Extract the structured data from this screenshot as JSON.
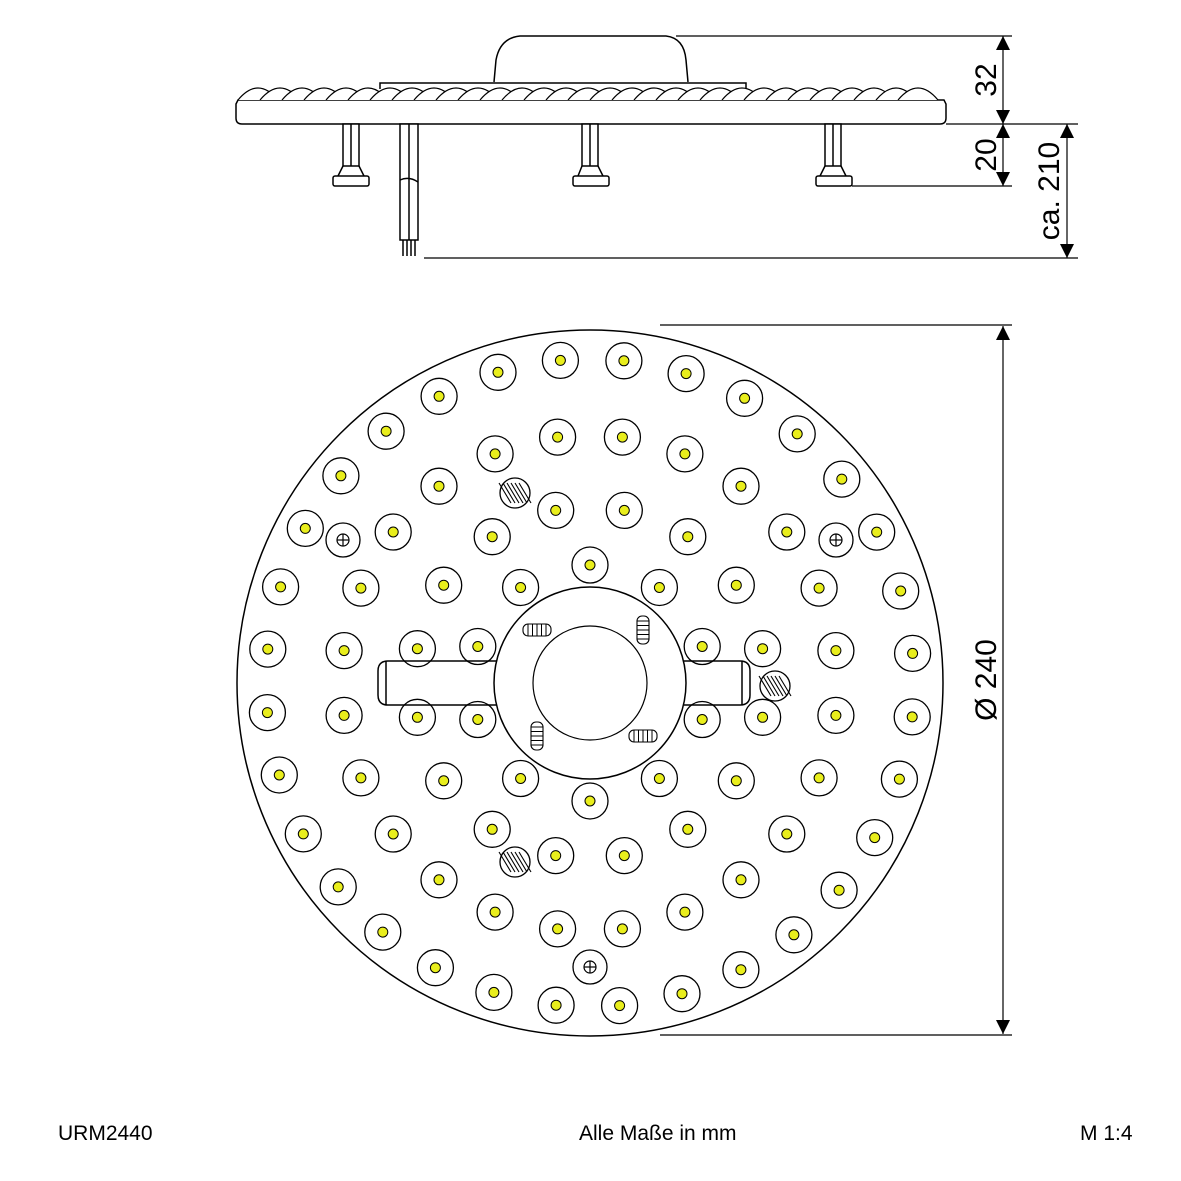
{
  "dimensions": {
    "height_dome": "32",
    "height_pins": "20",
    "height_cable": "ca. 210",
    "diameter": "Ø 240"
  },
  "footer": {
    "model": "URM2440",
    "units_note": "Alle Maße in mm",
    "scale": "M 1:4"
  },
  "colors": {
    "line": "#000000",
    "led_yellow": "#e9ee1c"
  },
  "icons": {
    "screw": "crosshead-screw-icon",
    "magnet": "hatched-magnet-icon",
    "connector": "spring-connector-icon"
  }
}
